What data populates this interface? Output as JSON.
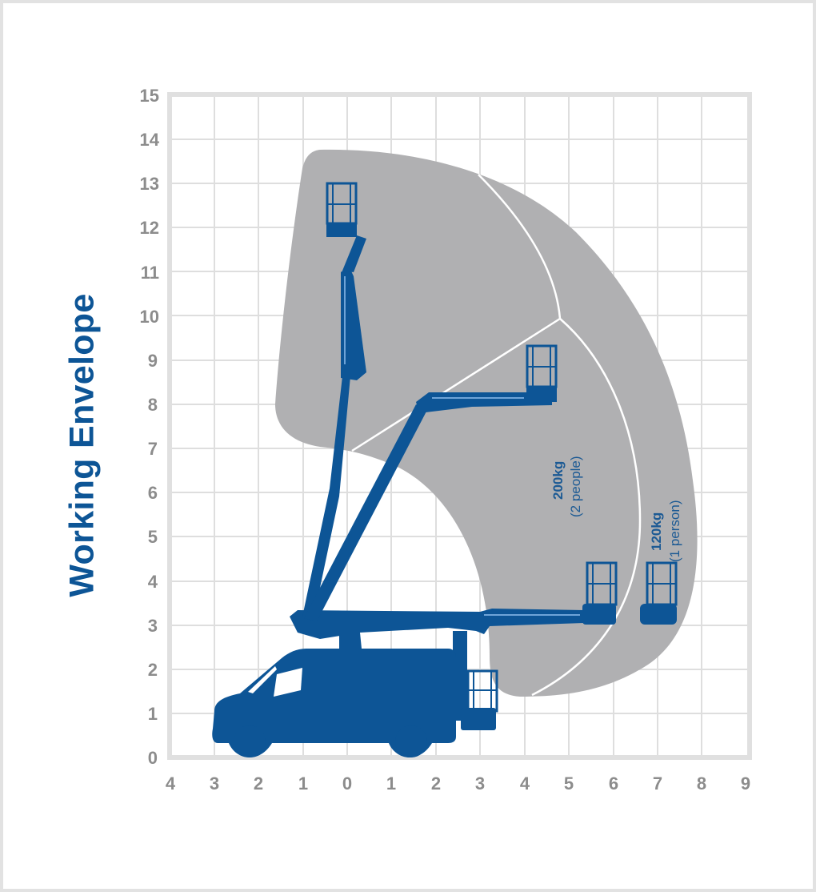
{
  "title": "Working Envelope",
  "colors": {
    "title": "#0d5596",
    "machine": "#0d5596",
    "envelope": "#b0b0b2",
    "grid": "#dedede",
    "frame": "#e0e0e0",
    "tick_labels": "#8c8c8c",
    "background": "#ffffff"
  },
  "axes": {
    "y_ticks": [
      "0",
      "1",
      "2",
      "3",
      "4",
      "5",
      "6",
      "7",
      "8",
      "9",
      "10",
      "11",
      "12",
      "13",
      "14",
      "15"
    ],
    "x_ticks": [
      "4",
      "3",
      "2",
      "1",
      "0",
      "1",
      "2",
      "3",
      "4",
      "5",
      "6",
      "7",
      "8",
      "9"
    ]
  },
  "load_zones": [
    {
      "capacity": "200kg",
      "occupancy": "(2 people)"
    },
    {
      "capacity": "120kg",
      "occupancy": "(1 person)"
    }
  ],
  "chart_data": {
    "type": "diagram",
    "title": "Working Envelope",
    "xlabel": "",
    "ylabel": "",
    "x_range": [
      -4,
      9
    ],
    "y_range": [
      0,
      15
    ],
    "x_tick_labels": [
      "4",
      "3",
      "2",
      "1",
      "0",
      "1",
      "2",
      "3",
      "4",
      "5",
      "6",
      "7",
      "8",
      "9"
    ],
    "y_tick_labels": [
      "0",
      "1",
      "2",
      "3",
      "4",
      "5",
      "6",
      "7",
      "8",
      "9",
      "10",
      "11",
      "12",
      "13",
      "14",
      "15"
    ],
    "grid": true,
    "max_working_height_m": 13.5,
    "max_outreach_m": 8.0,
    "zones": [
      {
        "label": "200kg (2 people)",
        "max_outreach_m": 6.0
      },
      {
        "label": "120kg (1 person)",
        "max_outreach_m": 8.0
      }
    ],
    "boom_positions": [
      {
        "name": "vertical",
        "platform_x": 0,
        "platform_floor_y": 12
      },
      {
        "name": "mid-reach",
        "platform_x": 4.5,
        "platform_floor_y": 8.1
      },
      {
        "name": "horizontal-200kg",
        "platform_x": 5.8,
        "platform_floor_y": 3.2
      },
      {
        "name": "horizontal-120kg",
        "platform_x": 7.1,
        "platform_floor_y": 3.2
      },
      {
        "name": "stowed",
        "platform_x": 3.1,
        "platform_floor_y": 0.7
      }
    ]
  }
}
